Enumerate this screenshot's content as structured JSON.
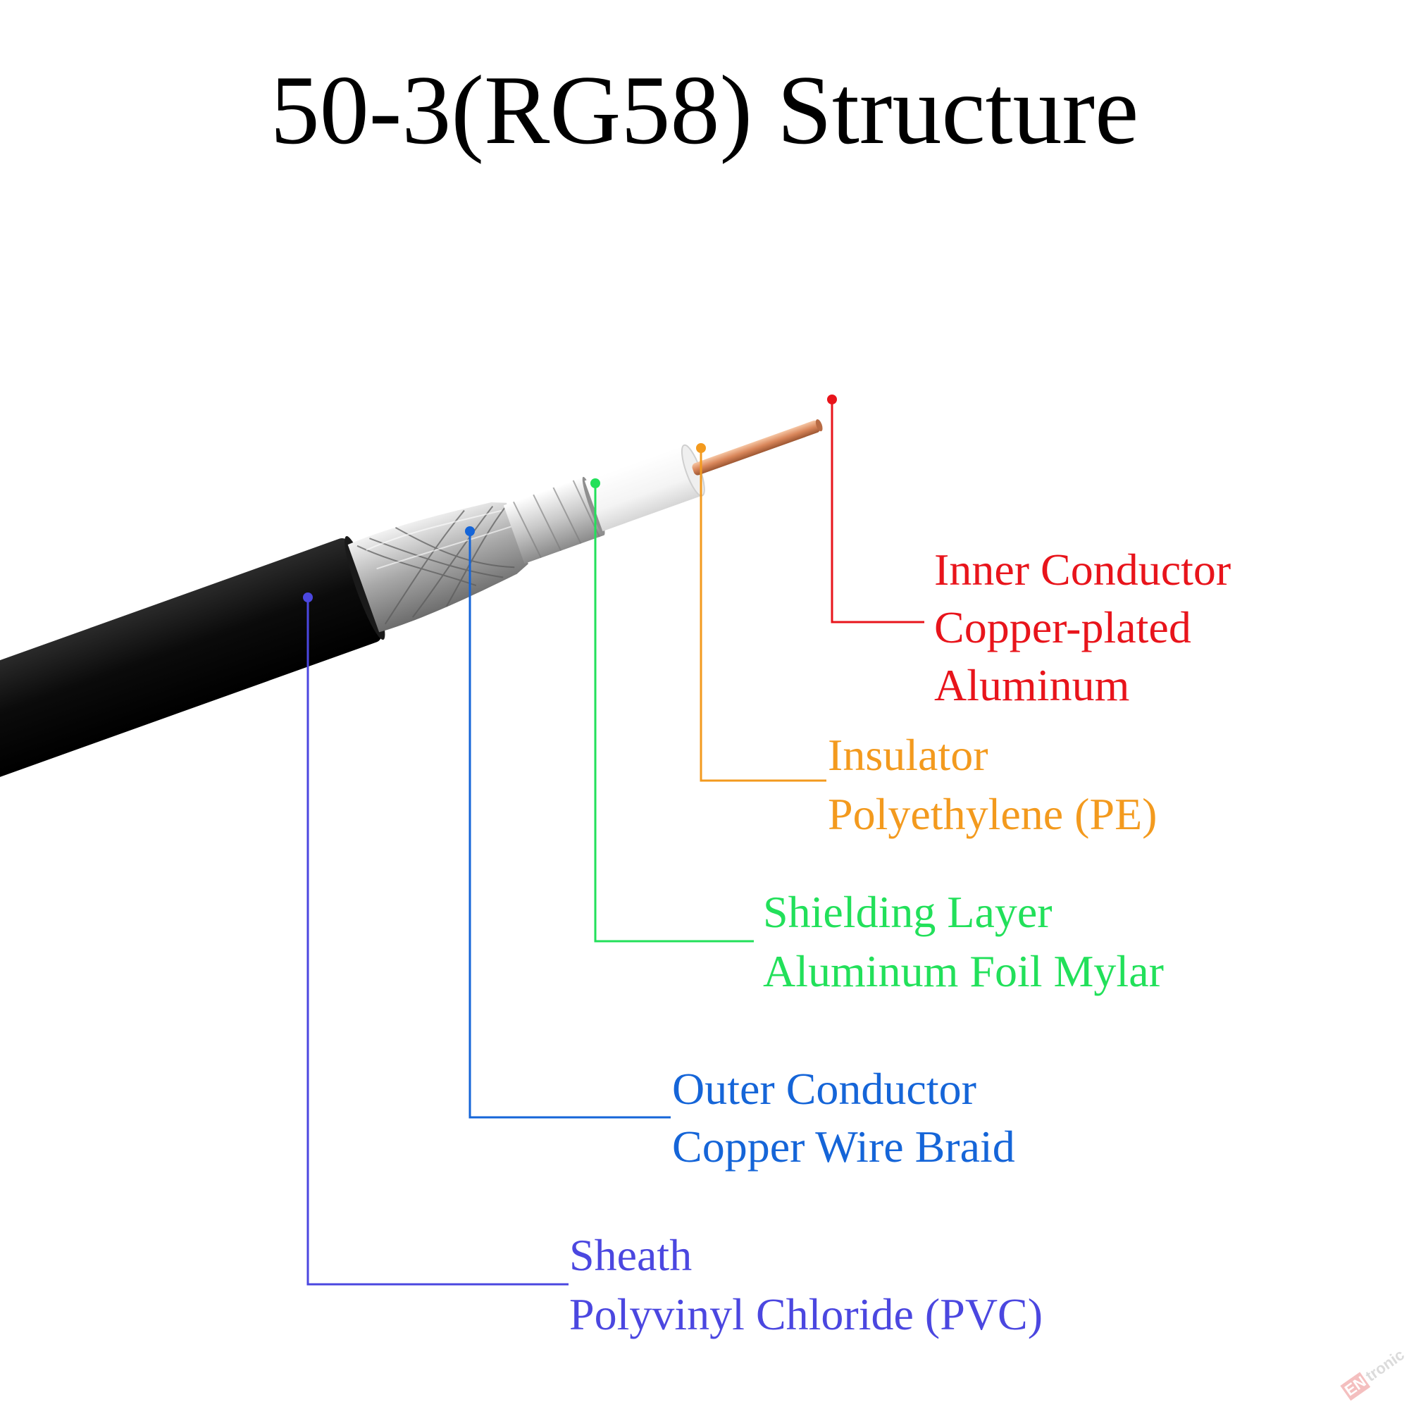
{
  "title": "50-3(RG58) Structure",
  "labels": [
    {
      "key": "inner",
      "heading": "Inner Conductor",
      "lines": [
        "Copper-plated",
        "Aluminum"
      ],
      "color": "#e8141b"
    },
    {
      "key": "insulator",
      "heading": "Insulator",
      "lines": [
        "Polyethylene (PE)"
      ],
      "color": "#f39a1e"
    },
    {
      "key": "shield",
      "heading": "Shielding Layer",
      "lines": [
        "Aluminum Foil Mylar"
      ],
      "color": "#22e05a"
    },
    {
      "key": "outer",
      "heading": "Outer Conductor",
      "lines": [
        "Copper Wire Braid"
      ],
      "color": "#1565d8"
    },
    {
      "key": "sheath",
      "heading": "Sheath",
      "lines": [
        "Polyvinyl Chloride (PVC)"
      ],
      "color": "#4b47e0"
    }
  ],
  "watermark": {
    "text": "tronic",
    "logo_letters": "EN"
  }
}
